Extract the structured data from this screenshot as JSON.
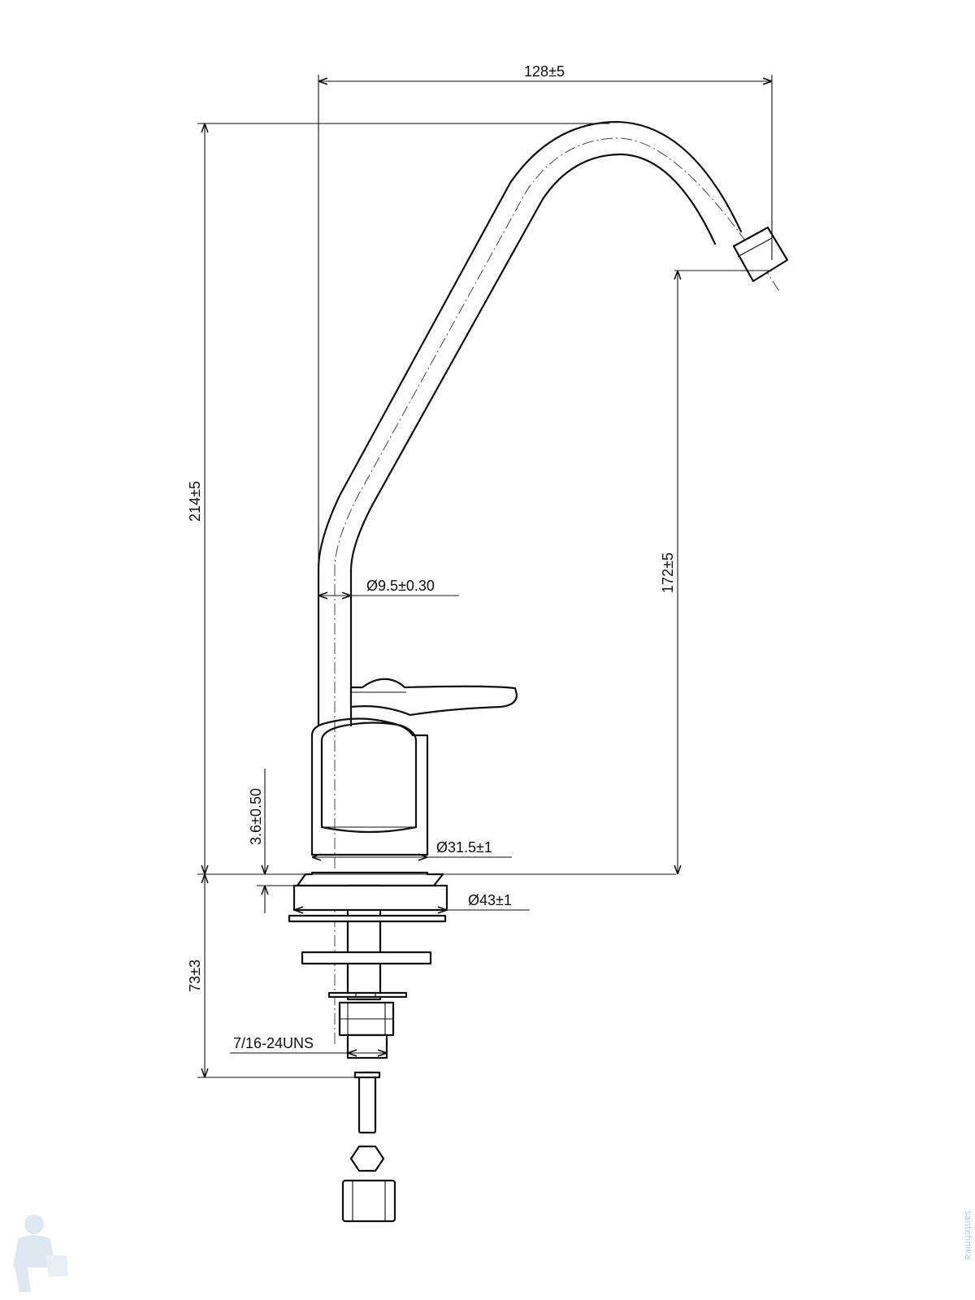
{
  "dimensions": {
    "spout_reach": "128±5",
    "total_height": "214±5",
    "spout_outlet_height": "172±5",
    "tube_diameter": "Ø9.5±0.30",
    "body_diameter": "Ø31.5±1",
    "base_diameter": "Ø43±1",
    "base_thickness": "3.6±0.50",
    "shank_length": "73±3",
    "thread": "7/16-24UNS"
  },
  "watermark": {
    "text": "santehnika",
    "icon": "plumber-mascot-icon"
  },
  "colors": {
    "line": "#111111",
    "background": "#ffffff",
    "watermark": "#b8c8d8"
  }
}
